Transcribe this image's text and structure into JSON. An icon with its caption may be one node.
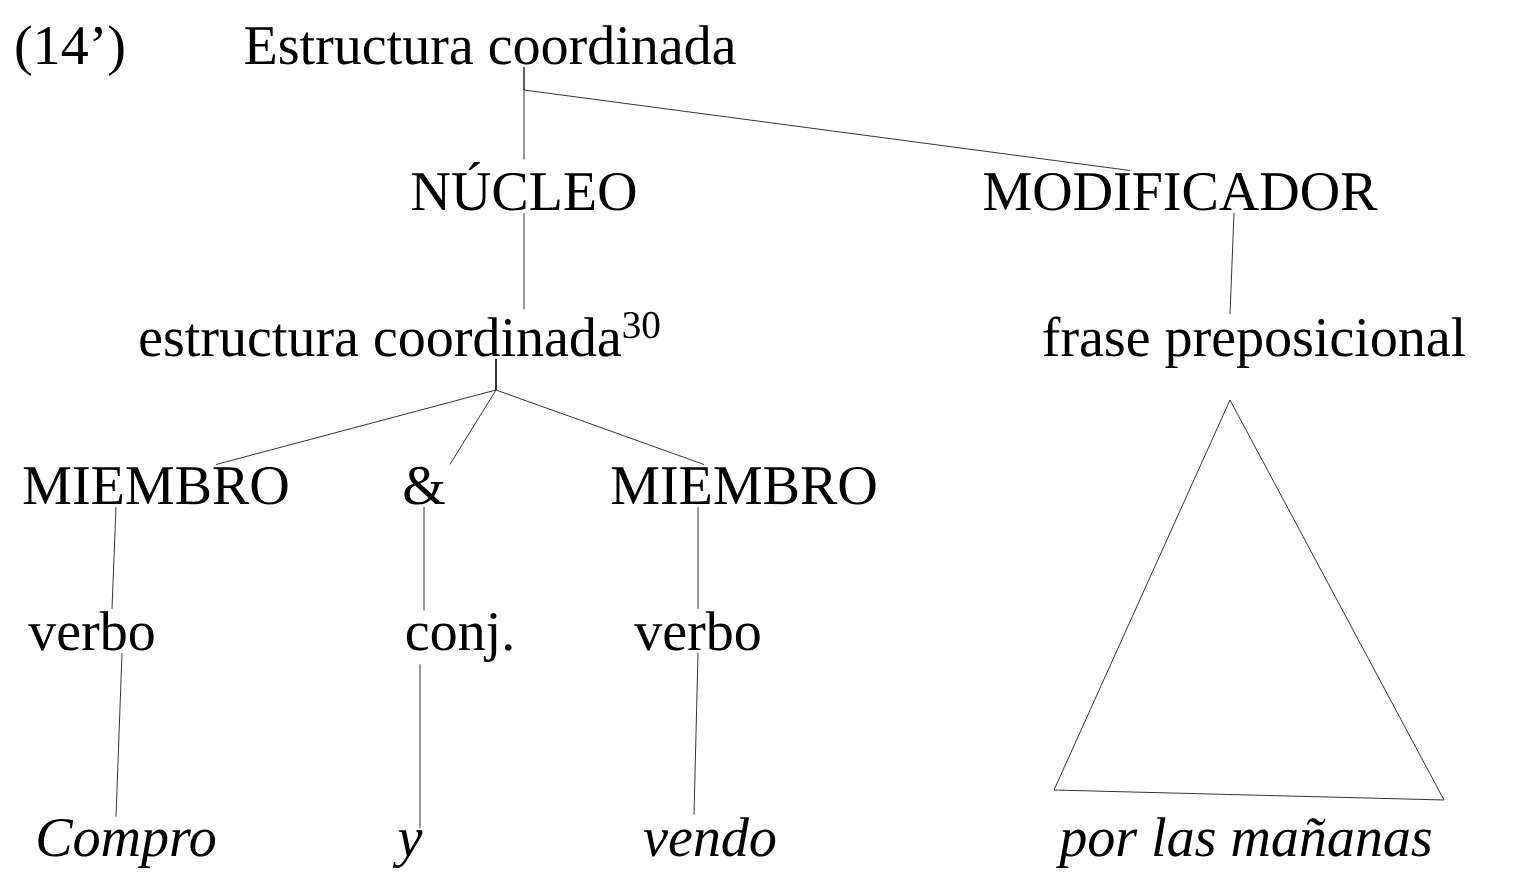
{
  "diagram": {
    "nodes": [
      {
        "text": [
          "Estructura coordinada"
        ]
      },
      {
        "text": [
          "NÚCLEO"
        ]
      },
      {
        "text": [
          "MODIFICADOR"
        ]
      },
      {
        "text": [
          "estructura coordinada$^{30}$"
        ]
      },
      {
        "text": [
          "frase preposicional"
        ]
      },
      {
        "text": [
          "MIEMBRO"
        ]
      },
      {
        "text": [
          "&"
        ]
      },
      {
        "text": [
          "MIEMBRO"
        ]
      },
      {
        "text": [
          "verbo"
        ]
      },
      {
        "text": [
          "conj."
        ]
      },
      {
        "text": [
          "verbo"
        ]
      },
      {
        "text": [
          "Compro"
        ]
      },
      {
        "text": [
          "y"
        ]
      },
      {
        "text": [
          "vendo"
        ]
      },
      {
        "text": [],
        "shape": "triangle"
      },
      {
        "text": [
          "por las mañanas"
        ]
      }
    ],
    "edges": [
      {
        "from": 0,
        "to": 1,
        "arrow": "none"
      },
      {
        "from": 0,
        "to": 2,
        "arrow": "none"
      },
      {
        "from": 1,
        "to": 3,
        "arrow": "none"
      },
      {
        "from": 2,
        "to": 4,
        "arrow": "none"
      },
      {
        "from": 3,
        "to": 5,
        "arrow": "none"
      },
      {
        "from": 3,
        "to": 6,
        "arrow": "none"
      },
      {
        "from": 3,
        "to": 7,
        "arrow": "none"
      },
      {
        "from": 5,
        "to": 8,
        "arrow": "none"
      },
      {
        "from": 6,
        "to": 9,
        "arrow": "none"
      },
      {
        "from": 7,
        "to": 10,
        "arrow": "none"
      },
      {
        "from": 8,
        "to": 11,
        "arrow": "none"
      },
      {
        "from": 9,
        "to": 12,
        "arrow": "none"
      },
      {
        "from": 10,
        "to": 13,
        "arrow": "none"
      }
    ],
    "labels": [
      "(14’)"
    ]
  }
}
